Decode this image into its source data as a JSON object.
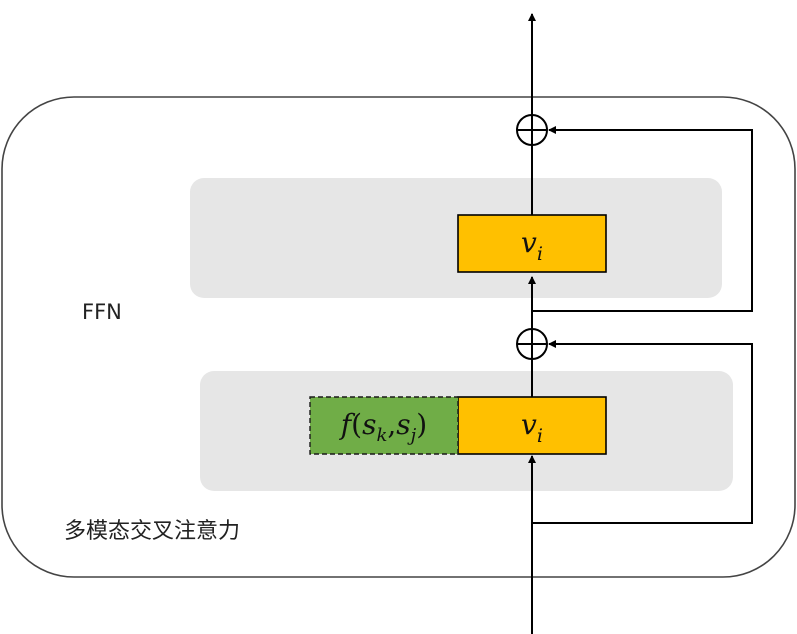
{
  "labels": {
    "ffn": "FFN",
    "cross_attention": "多模态交叉注意力"
  },
  "nodes": {
    "top_vector": {
      "base": "v",
      "sub": "i"
    },
    "bottom_vector": {
      "base": "v",
      "sub": "i"
    },
    "score_function": {
      "f": "f",
      "open": "(",
      "s1": "s",
      "s1_sub": "k",
      "comma": ",",
      "s2": "s",
      "s2_sub": "j",
      "close": ")"
    },
    "add_symbol": "⊕"
  },
  "colors": {
    "vector_fill": "#ffc000",
    "score_fill": "#70ad47",
    "panel_fill": "#e6e6e6",
    "stroke": "#000000"
  }
}
